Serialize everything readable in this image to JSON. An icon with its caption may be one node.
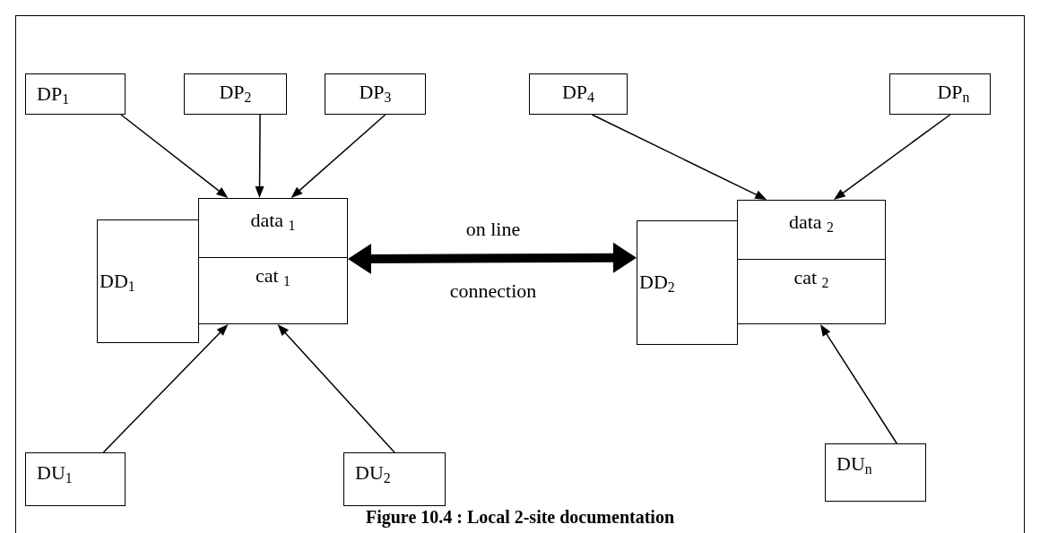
{
  "diagram": {
    "caption": "Figure 10.4 : Local 2-site documentation",
    "nodes": [
      {
        "text": [
          "DP$_{1}$"
        ]
      },
      {
        "text": [
          "DP$_{2}$"
        ]
      },
      {
        "text": [
          "DP$_{3}$"
        ]
      },
      {
        "text": [
          "DP$_{4}$"
        ]
      },
      {
        "text": [
          "DP$_{n}$"
        ]
      },
      {
        "text": [
          "DD$_{1}$"
        ]
      },
      {
        "text": [
          "data $_{1}$"
        ]
      },
      {
        "text": [
          "cat $_{1}$"
        ]
      },
      {
        "text": [
          "DD$_{2}$"
        ]
      },
      {
        "text": [
          "data $_{2}$"
        ]
      },
      {
        "text": [
          "cat $_{2}$"
        ]
      },
      {
        "text": [
          "DU$_{1}$"
        ]
      },
      {
        "text": [
          "DU$_{2}$"
        ]
      },
      {
        "text": [
          "DU$_{n}$"
        ]
      }
    ],
    "edges": [
      {
        "from": 0,
        "to": 6,
        "arrow": "to"
      },
      {
        "from": 1,
        "to": 6,
        "arrow": "to"
      },
      {
        "from": 2,
        "to": 6,
        "arrow": "to"
      },
      {
        "from": 3,
        "to": 9,
        "arrow": "to"
      },
      {
        "from": 4,
        "to": 9,
        "arrow": "to"
      },
      {
        "from": 11,
        "to": 7,
        "arrow": "to"
      },
      {
        "from": 12,
        "to": 7,
        "arrow": "to"
      },
      {
        "from": 13,
        "to": 10,
        "arrow": "to"
      },
      {
        "from": 6,
        "to": 8,
        "arrow": "both",
        "style": "thick"
      }
    ],
    "labels": [
      "on line",
      "connection"
    ]
  }
}
